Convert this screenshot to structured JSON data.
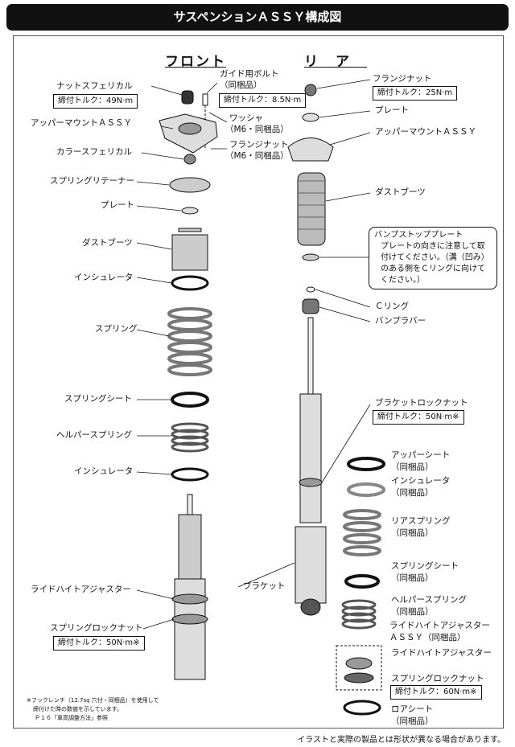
{
  "title": "サスペンションＡＳＳＹ構成図",
  "front": {
    "heading": "フロント",
    "nut_spherical": "ナットスフェリカル",
    "nut_torque": "締付トルク：49N·m",
    "guide_bolt": "ガイド用ボルト",
    "guide_bolt_sub": "（同梱品）",
    "guide_torque": "締付トルク：8.5N·m",
    "upper_mount": "アッパーマウントＡＳＳＹ",
    "washer": "ワッシャ",
    "washer_sub": "（M6・同梱品）",
    "flange_nut": "フランジナット",
    "flange_nut_sub": "（M6・同梱品）",
    "collar_spherical": "カラースフェリカル",
    "spring_retainer": "スプリングリテーナー",
    "plate": "プレート",
    "dust_boot": "ダストブーツ",
    "insulator1": "インシュレータ",
    "spring": "スプリング",
    "spring_seat": "スプリングシート",
    "helper_spring": "ヘルパースプリング",
    "insulator2": "インシュレータ",
    "ride_height_adjuster": "ライドハイトアジャスター",
    "spring_lock_nut": "スプリングロックナット",
    "lock_torque": "締付トルク：50N·m※",
    "footnote": [
      "※フックレンチ（12.7sq 穴付・同梱品）を使用して",
      "締付けた時の数値を示しています。",
      "Ｐ１６「車高調整方法」参照"
    ]
  },
  "rear": {
    "heading": "リア",
    "flange_nut": "フランジナット",
    "flange_torque": "締付トルク：25N·m",
    "plate": "プレート",
    "upper_mount": "アッパーマウントＡＳＳＹ",
    "dust_boot": "ダストブーツ",
    "bump_plate_title": "バンプストッププレート",
    "bump_plate_note": "プレートの向きに注意して取付けてください。（溝（凹み）のある側をＣリングに向けてください。）",
    "c_ring": "Ｃリング",
    "bump_rubber": "バンプラバー",
    "bracket_lock_nut": "ブラケットロックナット",
    "bracket_torque": "締付トルク：50N·m※",
    "bracket": "ブラケット",
    "upper_seat": "アッパーシート",
    "insulator": "インシュレータ",
    "rear_spring": "リアスプリング",
    "spring_seat": "スプリングシート",
    "helper_spring": "ヘルパースプリング",
    "rha_assy": "ライドハイトアジャスター",
    "rha_assy_sub": "ＡＳＳＹ（同梱品）",
    "rha": "ライドハイトアジャスター",
    "spring_lock_nut": "スプリングロックナット",
    "lock_torque": "締付トルク：60N·m※",
    "lower_seat": "ロアシート",
    "included": "（同梱品）"
  },
  "disclaimer": "イラストと実際の製品とは形状が異なる場合があります。"
}
